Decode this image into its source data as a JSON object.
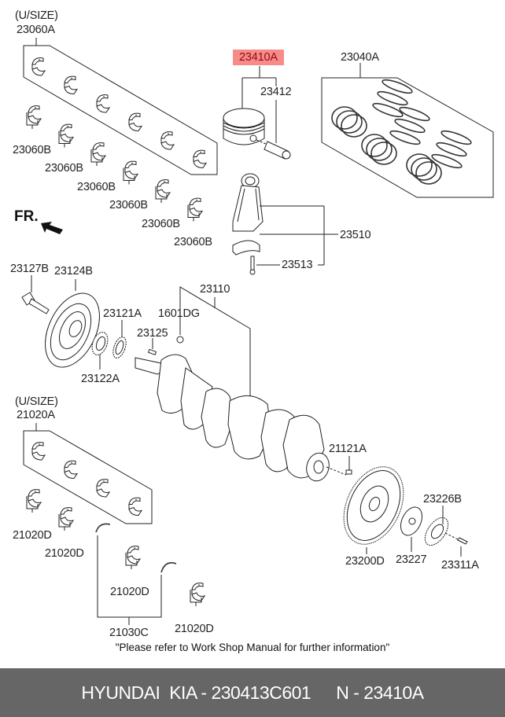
{
  "diagram": {
    "title": "Crankshaft, Piston & Connecting Rod assembly",
    "highlight_color": "#f88a8a",
    "labels": {
      "u_size_top": "(U/SIZE)",
      "p23060A": "23060A",
      "p23060B": "23060B",
      "p23410A": "23410A",
      "p23412": "23412",
      "p23040A": "23040A",
      "p23510": "23510",
      "p23513": "23513",
      "p23127B": "23127B",
      "p23124B": "23124B",
      "p23121A": "23121A",
      "p1601DG": "1601DG",
      "p23110": "23110",
      "p23125": "23125",
      "p23122A": "23122A",
      "u_size_bottom": "(U/SIZE)",
      "p21020A": "21020A",
      "p21020D": "21020D",
      "p21121A": "21121A",
      "p23226B": "23226B",
      "p23200D": "23200D",
      "p23227": "23227",
      "p23311A": "23311A",
      "p21030C": "21030C",
      "front": "FR."
    },
    "note": "\"Please refer to Work Shop Manual for further information\""
  },
  "footer": {
    "brand": "HYUNDAI  KIA - 230413C601",
    "part": "N - 23410A"
  }
}
